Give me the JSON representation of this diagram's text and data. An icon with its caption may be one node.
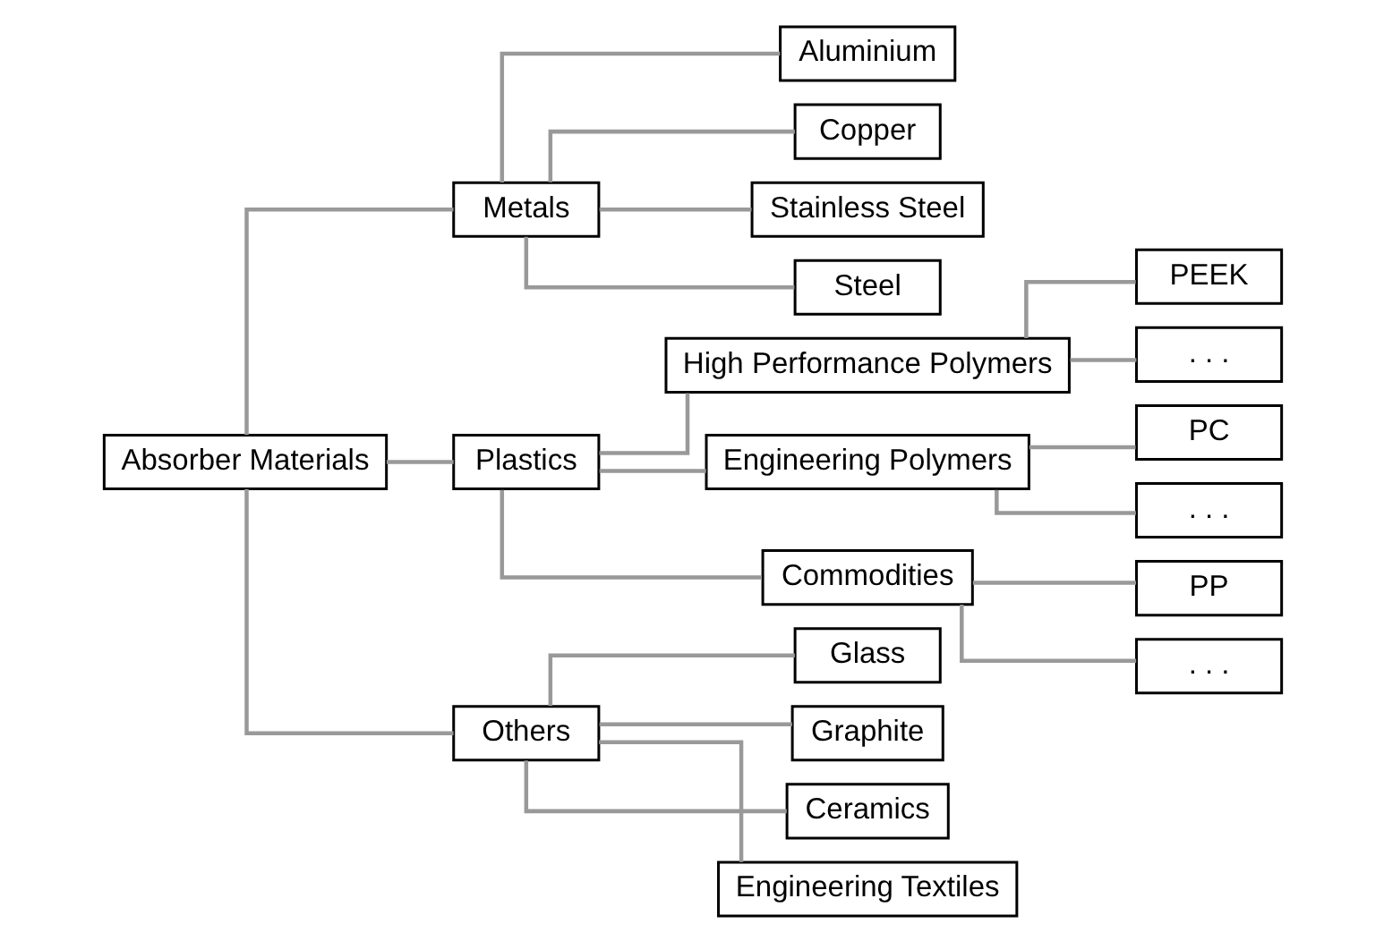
{
  "diagram": {
    "nodes": [
      {
        "text": [
          "Absorber Materials"
        ]
      },
      {
        "text": [
          "Metals"
        ]
      },
      {
        "text": [
          "Plastics"
        ]
      },
      {
        "text": [
          "Others"
        ]
      },
      {
        "text": [
          "Aluminium"
        ]
      },
      {
        "text": [
          "Copper"
        ]
      },
      {
        "text": [
          "Stainless Steel"
        ]
      },
      {
        "text": [
          "Steel"
        ]
      },
      {
        "text": [
          "High Performance Polymers"
        ]
      },
      {
        "text": [
          "PEEK"
        ]
      },
      {
        "text": [
          ". . ."
        ]
      },
      {
        "text": [
          "Engineering Polymers"
        ]
      },
      {
        "text": [
          "PC"
        ]
      },
      {
        "text": [
          ". . ."
        ]
      },
      {
        "text": [
          "Commodities"
        ]
      },
      {
        "text": [
          "PP"
        ]
      },
      {
        "text": [
          ". . ."
        ]
      },
      {
        "text": [
          "Glass"
        ]
      },
      {
        "text": [
          "Graphite"
        ]
      },
      {
        "text": [
          "Ceramics"
        ]
      },
      {
        "text": [
          "Engineering Textiles"
        ]
      }
    ],
    "edges": [
      {
        "from": 0,
        "to": 1,
        "arrow": "none"
      },
      {
        "from": 0,
        "to": 2,
        "arrow": "none"
      },
      {
        "from": 0,
        "to": 3,
        "arrow": "none"
      },
      {
        "from": 1,
        "to": 4,
        "arrow": "none"
      },
      {
        "from": 1,
        "to": 5,
        "arrow": "none"
      },
      {
        "from": 1,
        "to": 6,
        "arrow": "none"
      },
      {
        "from": 1,
        "to": 7,
        "arrow": "none"
      },
      {
        "from": 2,
        "to": 8,
        "arrow": "none"
      },
      {
        "from": 8,
        "to": 9,
        "arrow": "none"
      },
      {
        "from": 8,
        "to": 10,
        "arrow": "none"
      },
      {
        "from": 2,
        "to": 11,
        "arrow": "none"
      },
      {
        "from": 11,
        "to": 12,
        "arrow": "none"
      },
      {
        "from": 11,
        "to": 13,
        "arrow": "none"
      },
      {
        "from": 2,
        "to": 14,
        "arrow": "none"
      },
      {
        "from": 14,
        "to": 15,
        "arrow": "none"
      },
      {
        "from": 14,
        "to": 16,
        "arrow": "none"
      },
      {
        "from": 3,
        "to": 17,
        "arrow": "none"
      },
      {
        "from": 3,
        "to": 18,
        "arrow": "none"
      },
      {
        "from": 3,
        "to": 19,
        "arrow": "none"
      },
      {
        "from": 3,
        "to": 20,
        "arrow": "none"
      }
    ]
  }
}
